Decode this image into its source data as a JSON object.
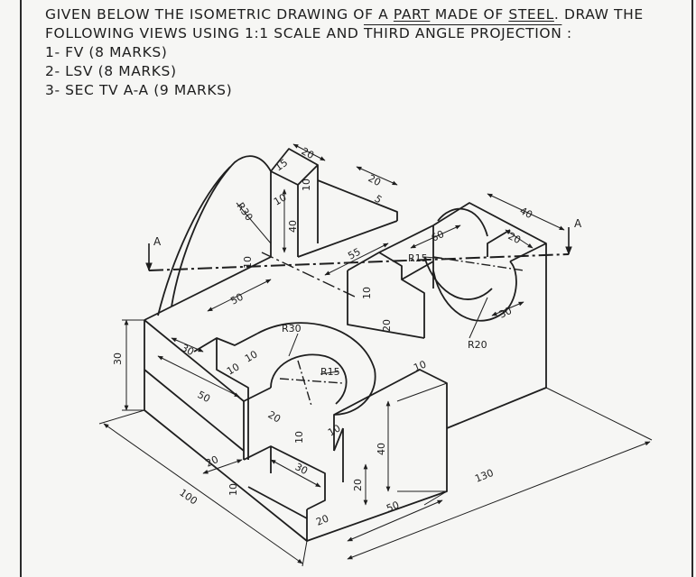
{
  "instructions": {
    "l1_a": "GIVEN BELOW THE ISOMETRIC DRAWING OF A ",
    "l1_part": "PART",
    "l1_b": " MADE OF ",
    "l1_steel": "STEEL",
    "l1_c": ". DRAW THE",
    "l2_a": "FOLLOWING VIEWS USING 1:1 SCALE AND ",
    "l2_third": "THIRD ANGLE PROJECTION",
    "l2_b": " :",
    "tasks": [
      "1-  FV     (8 MARKS)",
      "2-  LSV     (8 MARKS)",
      "3-  SEC TV A-A    (9 MARKS)"
    ]
  },
  "labels": {
    "section_mark": "A",
    "r30_top": "R30",
    "r30_mid": "R30",
    "r15_mid": "R15",
    "r15_right": "R15",
    "r20": "R20"
  },
  "dims": {
    "d100": "100",
    "d130": "130",
    "d30": "30",
    "d50": "50",
    "d20": "20",
    "d40": "40",
    "d55": "55",
    "d60": "60",
    "d15": "15",
    "d10": "10",
    "d5": "5"
  }
}
